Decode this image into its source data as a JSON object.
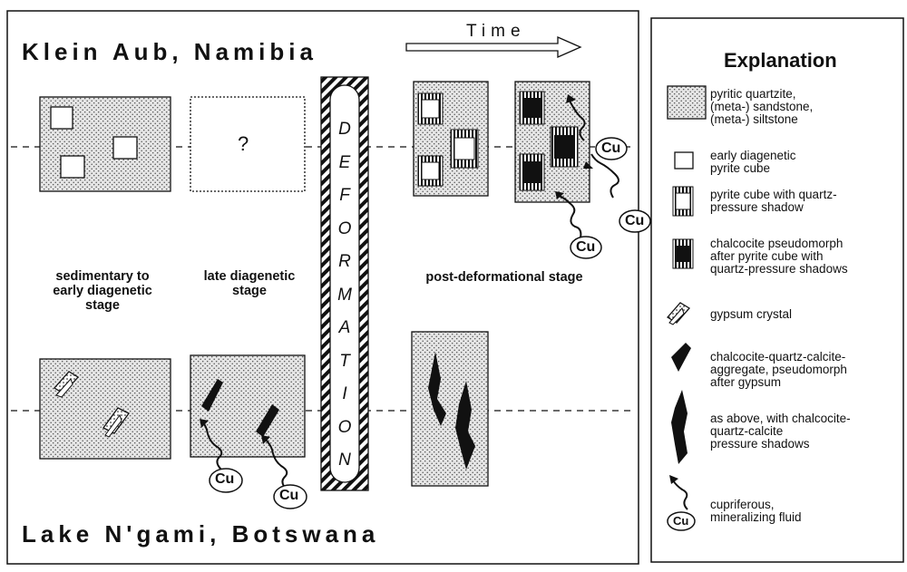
{
  "sites": {
    "top": "Klein Aub, Namibia",
    "bottom": "Lake N'gami, Botswana"
  },
  "time_label": "Time",
  "deformation_word": "DEFORMATION",
  "unknown_mark": "?",
  "cu_label": "Cu",
  "stages": {
    "sedimentary": "sedimentary to\nearly diagenetic\nstage",
    "late": "late diagenetic\nstage",
    "post": "post-deformational stage"
  },
  "legend": {
    "title": "Explanation",
    "items": [
      {
        "symbol": "stipple-box",
        "text": "pyritic quartzite,\n(meta-) sandstone,\n(meta-) siltstone"
      },
      {
        "symbol": "pyrite-cube",
        "text": "early diagenetic\npyrite cube"
      },
      {
        "symbol": "pyrite-cube-shadow",
        "text": "pyrite cube with quartz-\npressure shadow"
      },
      {
        "symbol": "chalcocite-cube",
        "text": "chalcocite pseudomorph\nafter pyrite cube with\nquartz-pressure shadows"
      },
      {
        "symbol": "gypsum-crystal",
        "text": "gypsum crystal"
      },
      {
        "symbol": "chalcocite-aggregate",
        "text": "chalcocite-quartz-calcite-\naggregate, pseudomorph\nafter gypsum"
      },
      {
        "symbol": "chalcocite-shadow",
        "text": "as above, with chalcocite-\nquartz-calcite\npressure shadows"
      },
      {
        "symbol": "cu-fluid",
        "text": "cupriferous,\nmineralizing fluid"
      }
    ]
  },
  "colors": {
    "ink": "#111111",
    "stipple_bg": "#e6e6e6",
    "paper": "#ffffff"
  }
}
